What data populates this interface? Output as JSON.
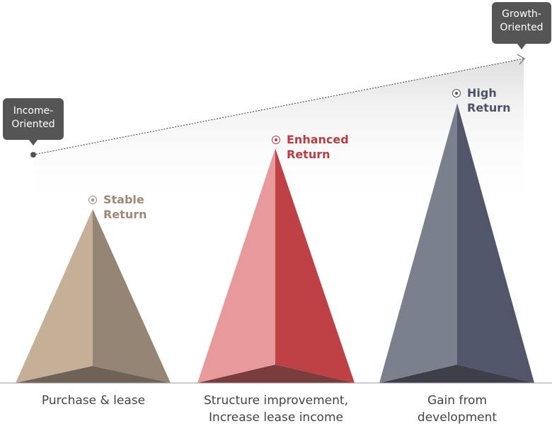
{
  "start_callout": {
    "lines": [
      "Income-",
      "Oriented"
    ]
  },
  "end_callout": {
    "lines": [
      "Growth-",
      "Oriented"
    ]
  },
  "stages": [
    {
      "return_lines": [
        "Stable",
        "Return"
      ],
      "category_lines": [
        "Purchase & lease"
      ],
      "label_color": "#9e8a76",
      "light": "#c5af97",
      "dark": "#958574",
      "base": "#6f6358"
    },
    {
      "return_lines": [
        "Enhanced",
        "Return"
      ],
      "category_lines": [
        "Structure improvement,",
        "Increase lease income"
      ],
      "label_color": "#b83c42",
      "light": "#e89a9a",
      "dark": "#bd4145",
      "base": "#7b3c3d"
    },
    {
      "return_lines": [
        "High",
        "Return"
      ],
      "category_lines": [
        "Gain from",
        "development"
      ],
      "label_color": "#4c5368",
      "light": "#7b818c",
      "dark": "#51566b",
      "base": "#3e4049"
    }
  ]
}
